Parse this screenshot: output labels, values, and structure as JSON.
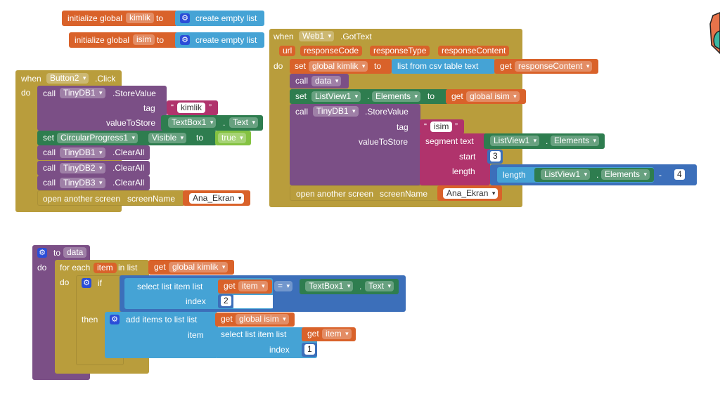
{
  "colors": {
    "control": "#b99d3c",
    "procedure": "#7b4f86",
    "variable": "#d9622a",
    "list": "#45a3d5",
    "text": "#b0336c",
    "component": "#2e7d4f",
    "logic": "#84c241",
    "math": "#3c6fba"
  },
  "g1": {
    "initialize": "initialize global",
    "name": "kimlik",
    "to": "to",
    "value": "create empty list"
  },
  "g2": {
    "initialize": "initialize global",
    "name": "isim",
    "to": "to",
    "value": "create empty list"
  },
  "click": {
    "when": "when",
    "component": "Button2",
    "event": ".Click",
    "do": "do",
    "call": "call",
    "db1": "TinyDB1",
    "storevalue": ".StoreValue",
    "tag": "tag",
    "tag_value": "kimlik",
    "valuetostore": "valueToStore",
    "textbox": "TextBox1",
    "dot": ".",
    "text_prop": "Text",
    "set": "set",
    "progress": "CircularProgress1",
    "visible": "Visible",
    "to": "to",
    "true": "true",
    "clearall": ".ClearAll",
    "db2": "TinyDB2",
    "db3": "TinyDB3",
    "open_screen": "open another screen",
    "screenname": "screenName",
    "screen_value": "Ana_Ekran"
  },
  "gottext": {
    "when": "when",
    "component": "Web1",
    "event": ".GotText",
    "params": [
      "url",
      "responseCode",
      "responseType",
      "responseContent"
    ],
    "do": "do",
    "set": "set",
    "var": "global kimlik",
    "to": "to",
    "csv": "list from csv table  text",
    "get": "get",
    "response": "responseContent",
    "call": "call",
    "data": "data",
    "listview": "ListView1",
    "dot": ".",
    "elements": "Elements",
    "get_isim": "global isim",
    "db1": "TinyDB1",
    "storevalue": ".StoreValue",
    "tag": "tag",
    "tag_value": "isim",
    "valuetostore": "valueToStore",
    "segment": "segment  text",
    "start": "start",
    "start_value": "3",
    "length": "length",
    "length_fn": "length",
    "minus": "-",
    "minus_value": "4",
    "open_screen": "open another screen",
    "screenname": "screenName",
    "screen_value": "Ana_Ekran"
  },
  "proc": {
    "to": "to",
    "name": "data",
    "do": "do",
    "foreach": "for each",
    "item": "item",
    "inlist": "in list",
    "get": "get",
    "global_kimlik": "global kimlik",
    "do2": "do",
    "if": "if",
    "select": "select list item  list",
    "index": "index",
    "index1": "2",
    "eq": "=",
    "textbox": "TextBox1",
    "dot": ".",
    "text_prop": "Text",
    "then": "then",
    "additems": "add items to list   list",
    "global_isim": "global isim",
    "item_label": "item",
    "select2": "select list item  list",
    "index2_label": "index",
    "index2": "1"
  }
}
